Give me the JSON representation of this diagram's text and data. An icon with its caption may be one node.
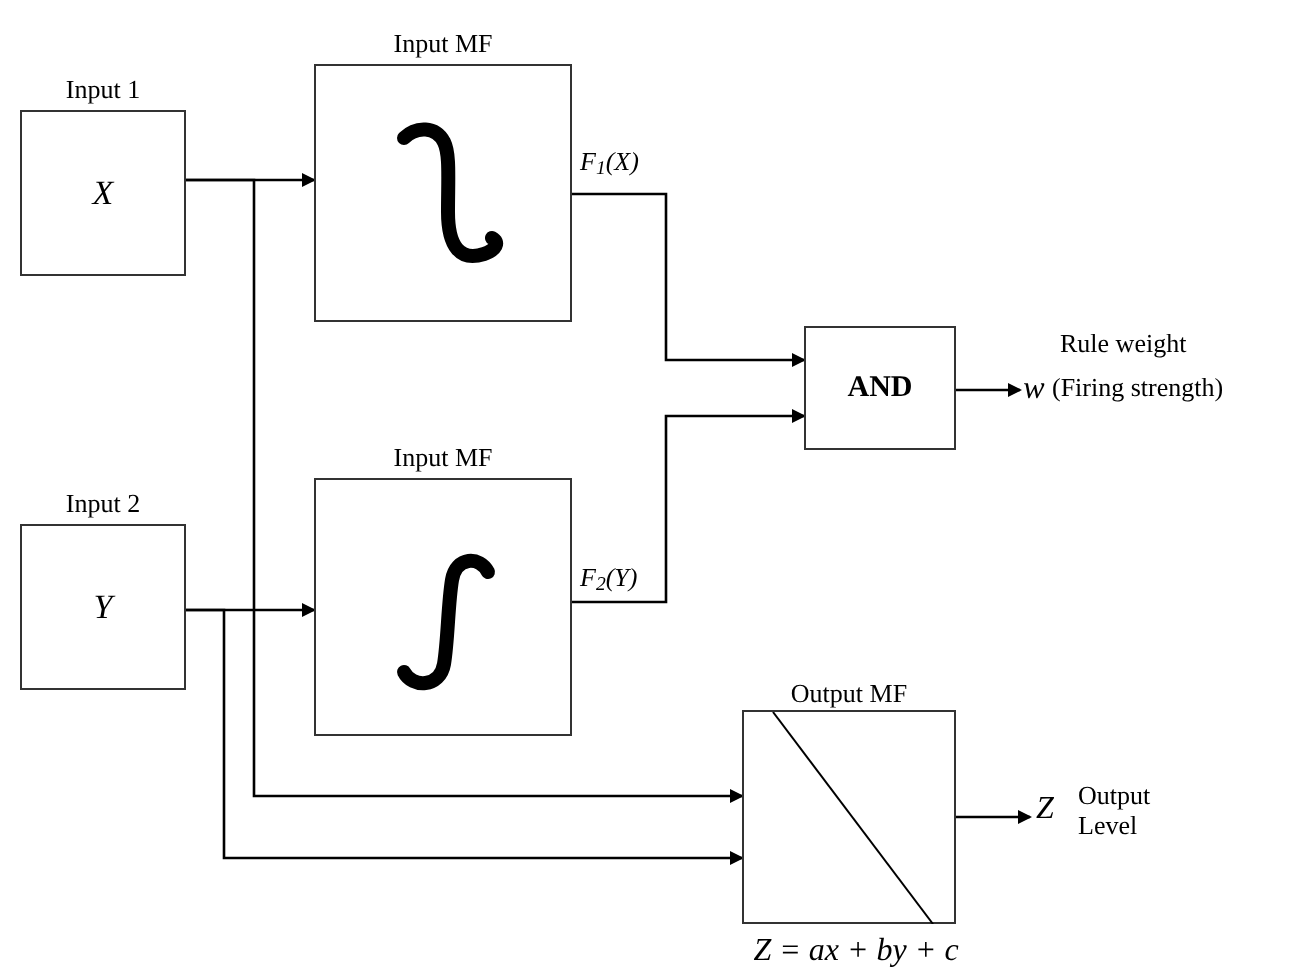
{
  "diagram": {
    "nodes": [
      {
        "text": [
          "Input 1",
          "X"
        ]
      },
      {
        "text": [
          "Input MF"
        ]
      },
      {
        "text": [
          "Input 2",
          "Y"
        ]
      },
      {
        "text": [
          "Input MF"
        ]
      },
      {
        "text": [
          "AND"
        ]
      },
      {
        "text": [
          "w"
        ],
        "beside": [
          "Rule weight",
          "(Firing strength)"
        ]
      },
      {
        "text": [
          "Output MF"
        ],
        "beside": [
          "Z = ax + by + c"
        ]
      },
      {
        "text": [
          "Z"
        ],
        "beside": [
          "Output Level"
        ]
      }
    ],
    "edges": [
      {
        "from": 0,
        "to": 1,
        "arrow": "to"
      },
      {
        "from": 0,
        "to": 6,
        "arrow": "to"
      },
      {
        "from": 2,
        "to": 3,
        "arrow": "to"
      },
      {
        "from": 2,
        "to": 6,
        "arrow": "to"
      },
      {
        "from": 1,
        "to": 4,
        "arrow": "to",
        "label": "F$_{1}$(X)"
      },
      {
        "from": 3,
        "to": 4,
        "arrow": "to",
        "label": "F$_{2}$(Y)"
      },
      {
        "from": 4,
        "to": 5,
        "arrow": "to"
      },
      {
        "from": 6,
        "to": 7,
        "arrow": "to"
      }
    ]
  }
}
